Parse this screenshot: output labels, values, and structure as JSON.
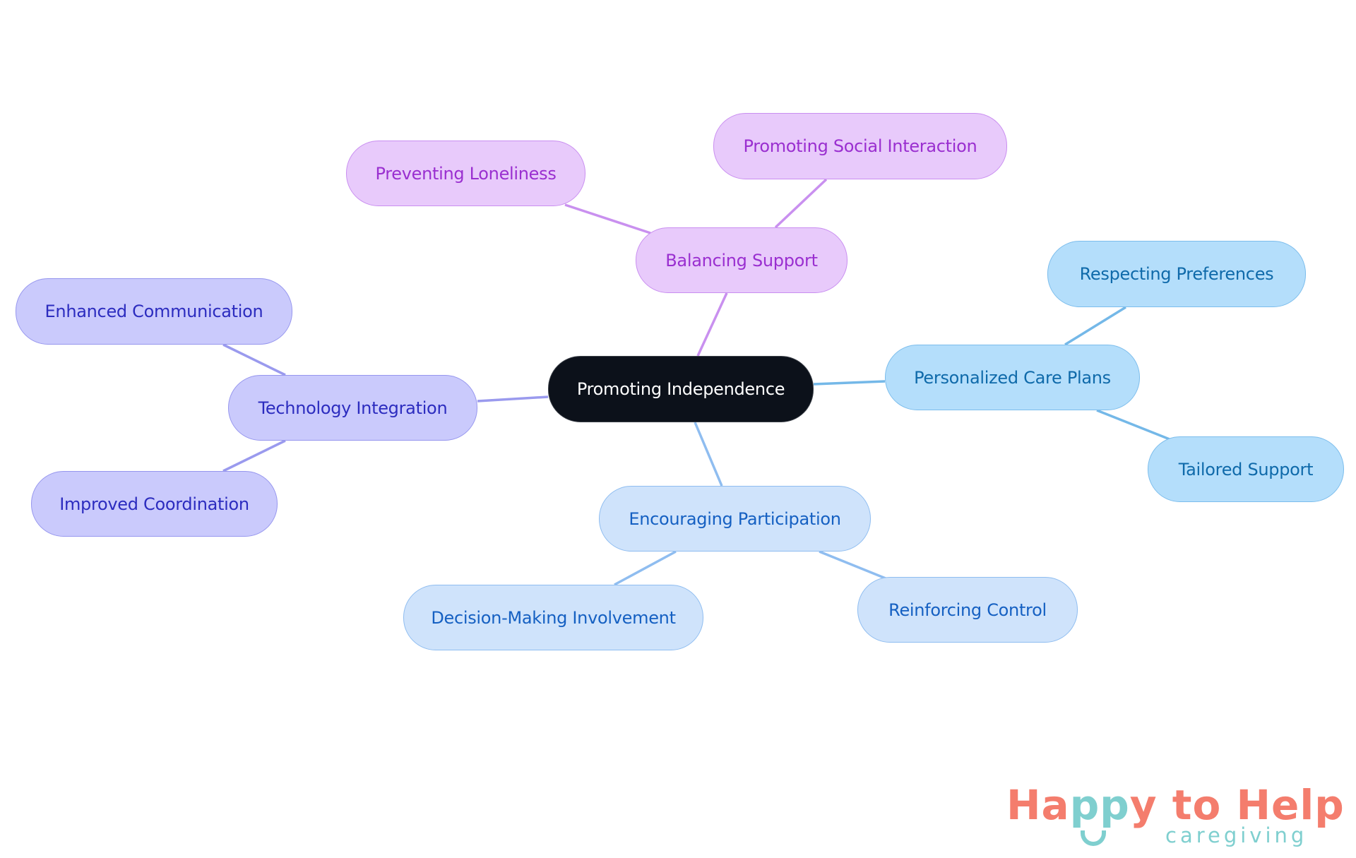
{
  "diagram": {
    "type": "mindmap",
    "root": {
      "label": "Promoting Independence",
      "color": "#0c111a"
    },
    "branches": [
      {
        "label": "Balancing Support",
        "color": "#e8cafb",
        "text_color": "#9a2fd0",
        "edge_color": "#c990ef",
        "children": [
          "Preventing Loneliness",
          "Promoting Social Interaction"
        ]
      },
      {
        "label": "Personalized Care Plans",
        "color": "#b4defb",
        "text_color": "#0f6aaa",
        "edge_color": "#74b8e8",
        "children": [
          "Respecting Preferences",
          "Tailored Support"
        ]
      },
      {
        "label": "Encouraging Participation",
        "color": "#cfe3fb",
        "text_color": "#1560c2",
        "edge_color": "#8fbdf0",
        "children": [
          "Decision-Making Involvement",
          "Reinforcing Control"
        ]
      },
      {
        "label": "Technology Integration",
        "color": "#cacafc",
        "text_color": "#2c2cbf",
        "edge_color": "#9a9aee",
        "children": [
          "Enhanced Communication",
          "Improved Coordination"
        ]
      }
    ]
  },
  "logo": {
    "part1": "Ha",
    "part2": "pp",
    "part3": "y to Help",
    "subtitle": "caregiving",
    "primary_color": "#f47d6d",
    "accent_color": "#7fcfcf"
  }
}
